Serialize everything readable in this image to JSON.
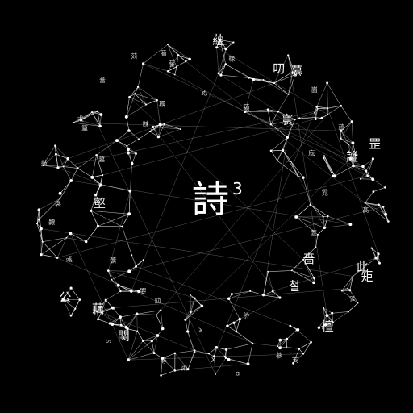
{
  "center": {
    "glyph": "詩",
    "superscript": "3"
  },
  "colors": {
    "background": "#000000",
    "foreground": "#ffffff"
  },
  "labels": [
    "萱",
    "矩",
    "此",
    "嗇",
    "열",
    "檀",
    "철",
    "蔘",
    "亥",
    "侨",
    "ɑ",
    "X",
    "ϡ",
    "兩",
    "蓐",
    "攰",
    "ᔕ",
    "関",
    "夓",
    "藕",
    "公",
    "彍",
    "彧",
    "齉",
    "壑",
    "衾",
    "鼓",
    "墓",
    "篁",
    "犬",
    "韎",
    "蕃",
    "苅",
    "囂",
    "藤",
    "蔺",
    "ぬ",
    "蘊",
    "橡",
    "蘋",
    "叨",
    "慕",
    "寰",
    "崮",
    "蕴",
    "庖",
    "罡",
    "謐",
    "霓",
    "髙"
  ]
}
